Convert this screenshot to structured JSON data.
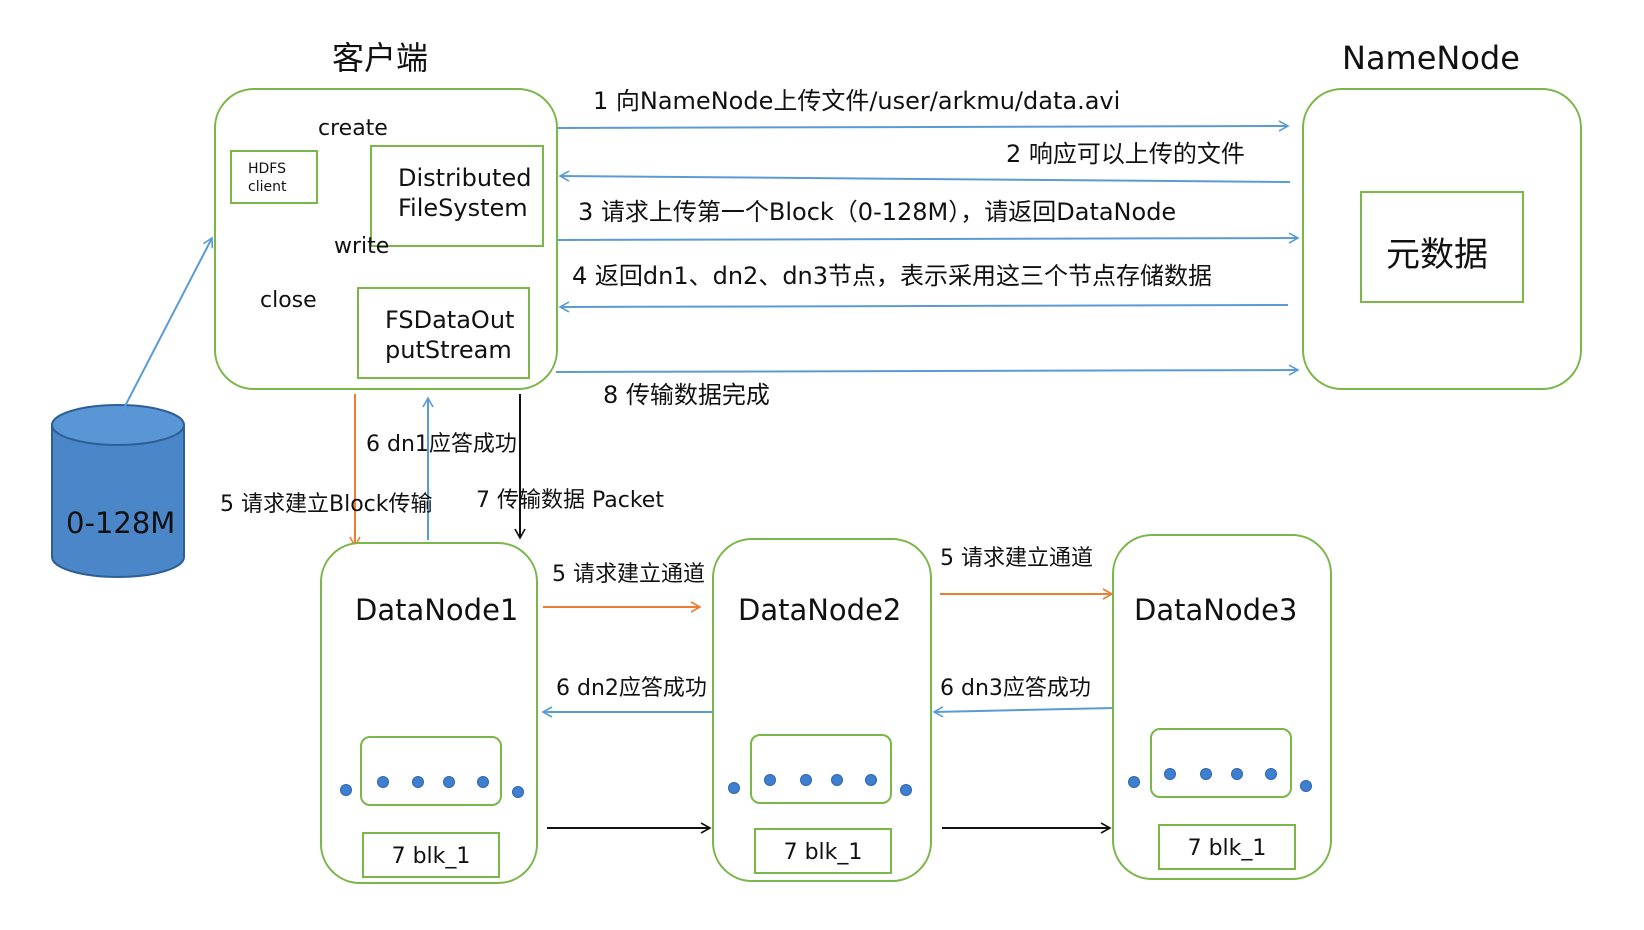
{
  "client": {
    "title": "客户端",
    "hdfs_client": [
      "HDFS",
      "client"
    ],
    "create": "create",
    "write": "write",
    "close": "close",
    "distributed_fs": [
      "Distributed",
      "FileSystem"
    ],
    "fsdataout": [
      "FSDataOut",
      "putStream"
    ]
  },
  "namenode": {
    "title": "NameNode",
    "metadata": "元数据"
  },
  "disk": {
    "label": "0-128M"
  },
  "steps": {
    "s1": "1 向NameNode上传文件/user/arkmu/data.avi",
    "s2": "2 响应可以上传的文件",
    "s3": "3 请求上传第一个Block（0-128M），请返回DataNode",
    "s4": "4 返回dn1、dn2、dn3节点，表示采用这三个节点存储数据",
    "s8": "8 传输数据完成",
    "s6_dn1": "6 dn1应答成功",
    "s5_block": "5 请求建立Block传输",
    "s7_packet": "7 传输数据 Packet",
    "s5_ch_12": "5 请求建立通道",
    "s5_ch_23": "5 请求建立通道",
    "s6_dn2": "6 dn2应答成功",
    "s6_dn3": "6 dn3应答成功"
  },
  "datanodes": [
    {
      "title": "DataNode1",
      "block": "7 blk_1"
    },
    {
      "title": "DataNode2",
      "block": "7 blk_1"
    },
    {
      "title": "DataNode3",
      "block": "7 blk_1"
    }
  ],
  "colors": {
    "border": "#7ab648",
    "blue": "#5b9bd5",
    "orange": "#ed7d31",
    "disk": "#4a86c8"
  }
}
